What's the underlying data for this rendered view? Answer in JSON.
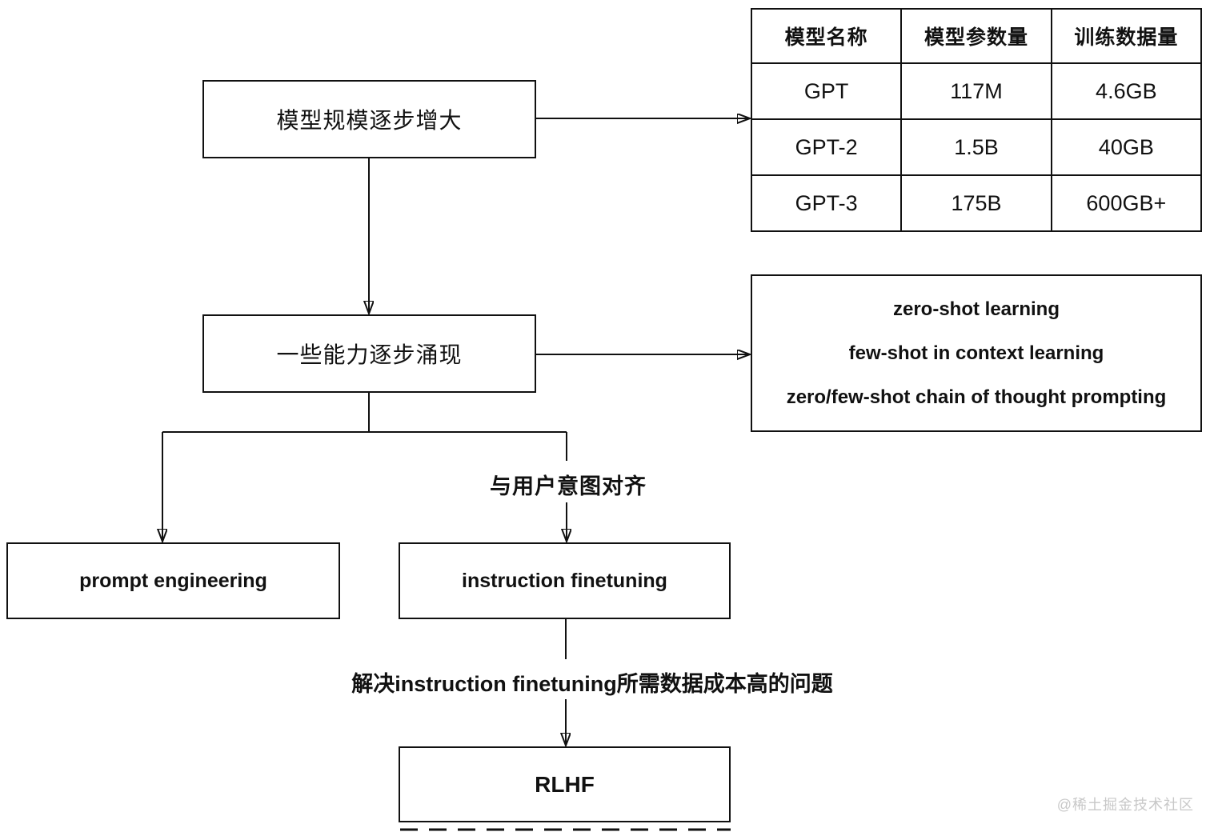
{
  "colors": {
    "line": "#111111",
    "background": "#ffffff",
    "watermark": "#c8c8c8"
  },
  "nodes": {
    "model_scale": "模型规模逐步增大",
    "emergent_abilities": "一些能力逐步涌现",
    "prompt_engineering": "prompt engineering",
    "instruction_finetuning": "instruction finetuning",
    "rlhf": "RLHF"
  },
  "capabilities_box": {
    "lines": [
      "zero-shot learning",
      "few-shot in context learning",
      "zero/few-shot chain of thought prompting"
    ]
  },
  "edge_labels": {
    "align_with_user_intent": "与用户意图对齐",
    "solve_data_cost": "解决instruction finetuning所需数据成本高的问题"
  },
  "model_table": {
    "headers": [
      "模型名称",
      "模型参数量",
      "训练数据量"
    ],
    "rows": [
      [
        "GPT",
        "117M",
        "4.6GB"
      ],
      [
        "GPT-2",
        "1.5B",
        "40GB"
      ],
      [
        "GPT-3",
        "175B",
        "600GB+"
      ]
    ]
  },
  "watermark": "@稀土掘金技术社区"
}
